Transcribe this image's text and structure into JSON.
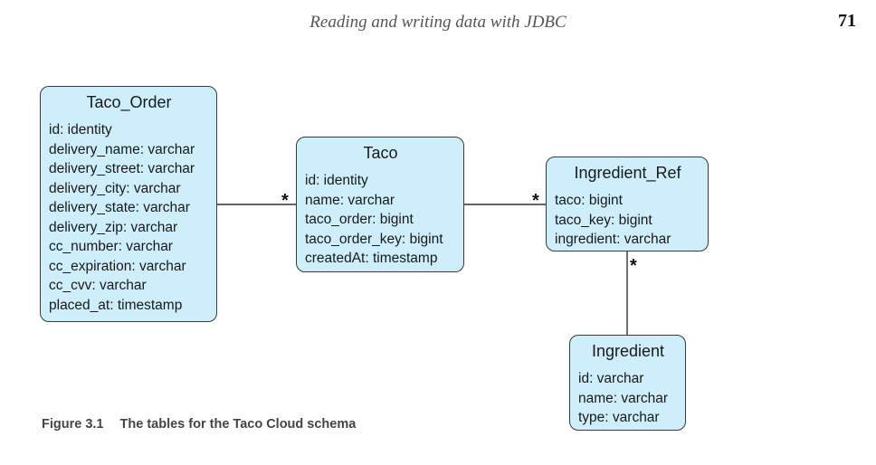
{
  "header": {
    "title": "Reading and writing data with JDBC",
    "page_number": "71"
  },
  "tables": {
    "taco_order": {
      "name": "Taco_Order",
      "fields": [
        "id: identity",
        "delivery_name: varchar",
        "delivery_street: varchar",
        "delivery_city: varchar",
        "delivery_state: varchar",
        "delivery_zip: varchar",
        "cc_number: varchar",
        "cc_expiration: varchar",
        "cc_cvv: varchar",
        "placed_at: timestamp"
      ]
    },
    "taco": {
      "name": "Taco",
      "fields": [
        "id: identity",
        "name: varchar",
        "taco_order: bigint",
        "taco_order_key: bigint",
        "createdAt: timestamp"
      ]
    },
    "ingredient_ref": {
      "name": "Ingredient_Ref",
      "fields": [
        "taco: bigint",
        "taco_key: bigint",
        "ingredient: varchar"
      ]
    },
    "ingredient": {
      "name": "Ingredient",
      "fields": [
        "id: varchar",
        "name: varchar",
        "type: varchar"
      ]
    }
  },
  "relations": {
    "order_taco": {
      "from": "Taco_Order",
      "to": "Taco",
      "multiplicity": "*"
    },
    "taco_ingredient_ref": {
      "from": "Taco",
      "to": "Ingredient_Ref",
      "multiplicity": "*"
    },
    "ingredient_ingredient_ref": {
      "from": "Ingredient",
      "to": "Ingredient_Ref",
      "multiplicity": "*"
    }
  },
  "caption": {
    "label": "Figure 3.1",
    "text": "The tables for the Taco Cloud schema"
  },
  "colors": {
    "table_fill": "#cdeefa",
    "table_border": "#3a3a3a",
    "connector": "#333333"
  }
}
